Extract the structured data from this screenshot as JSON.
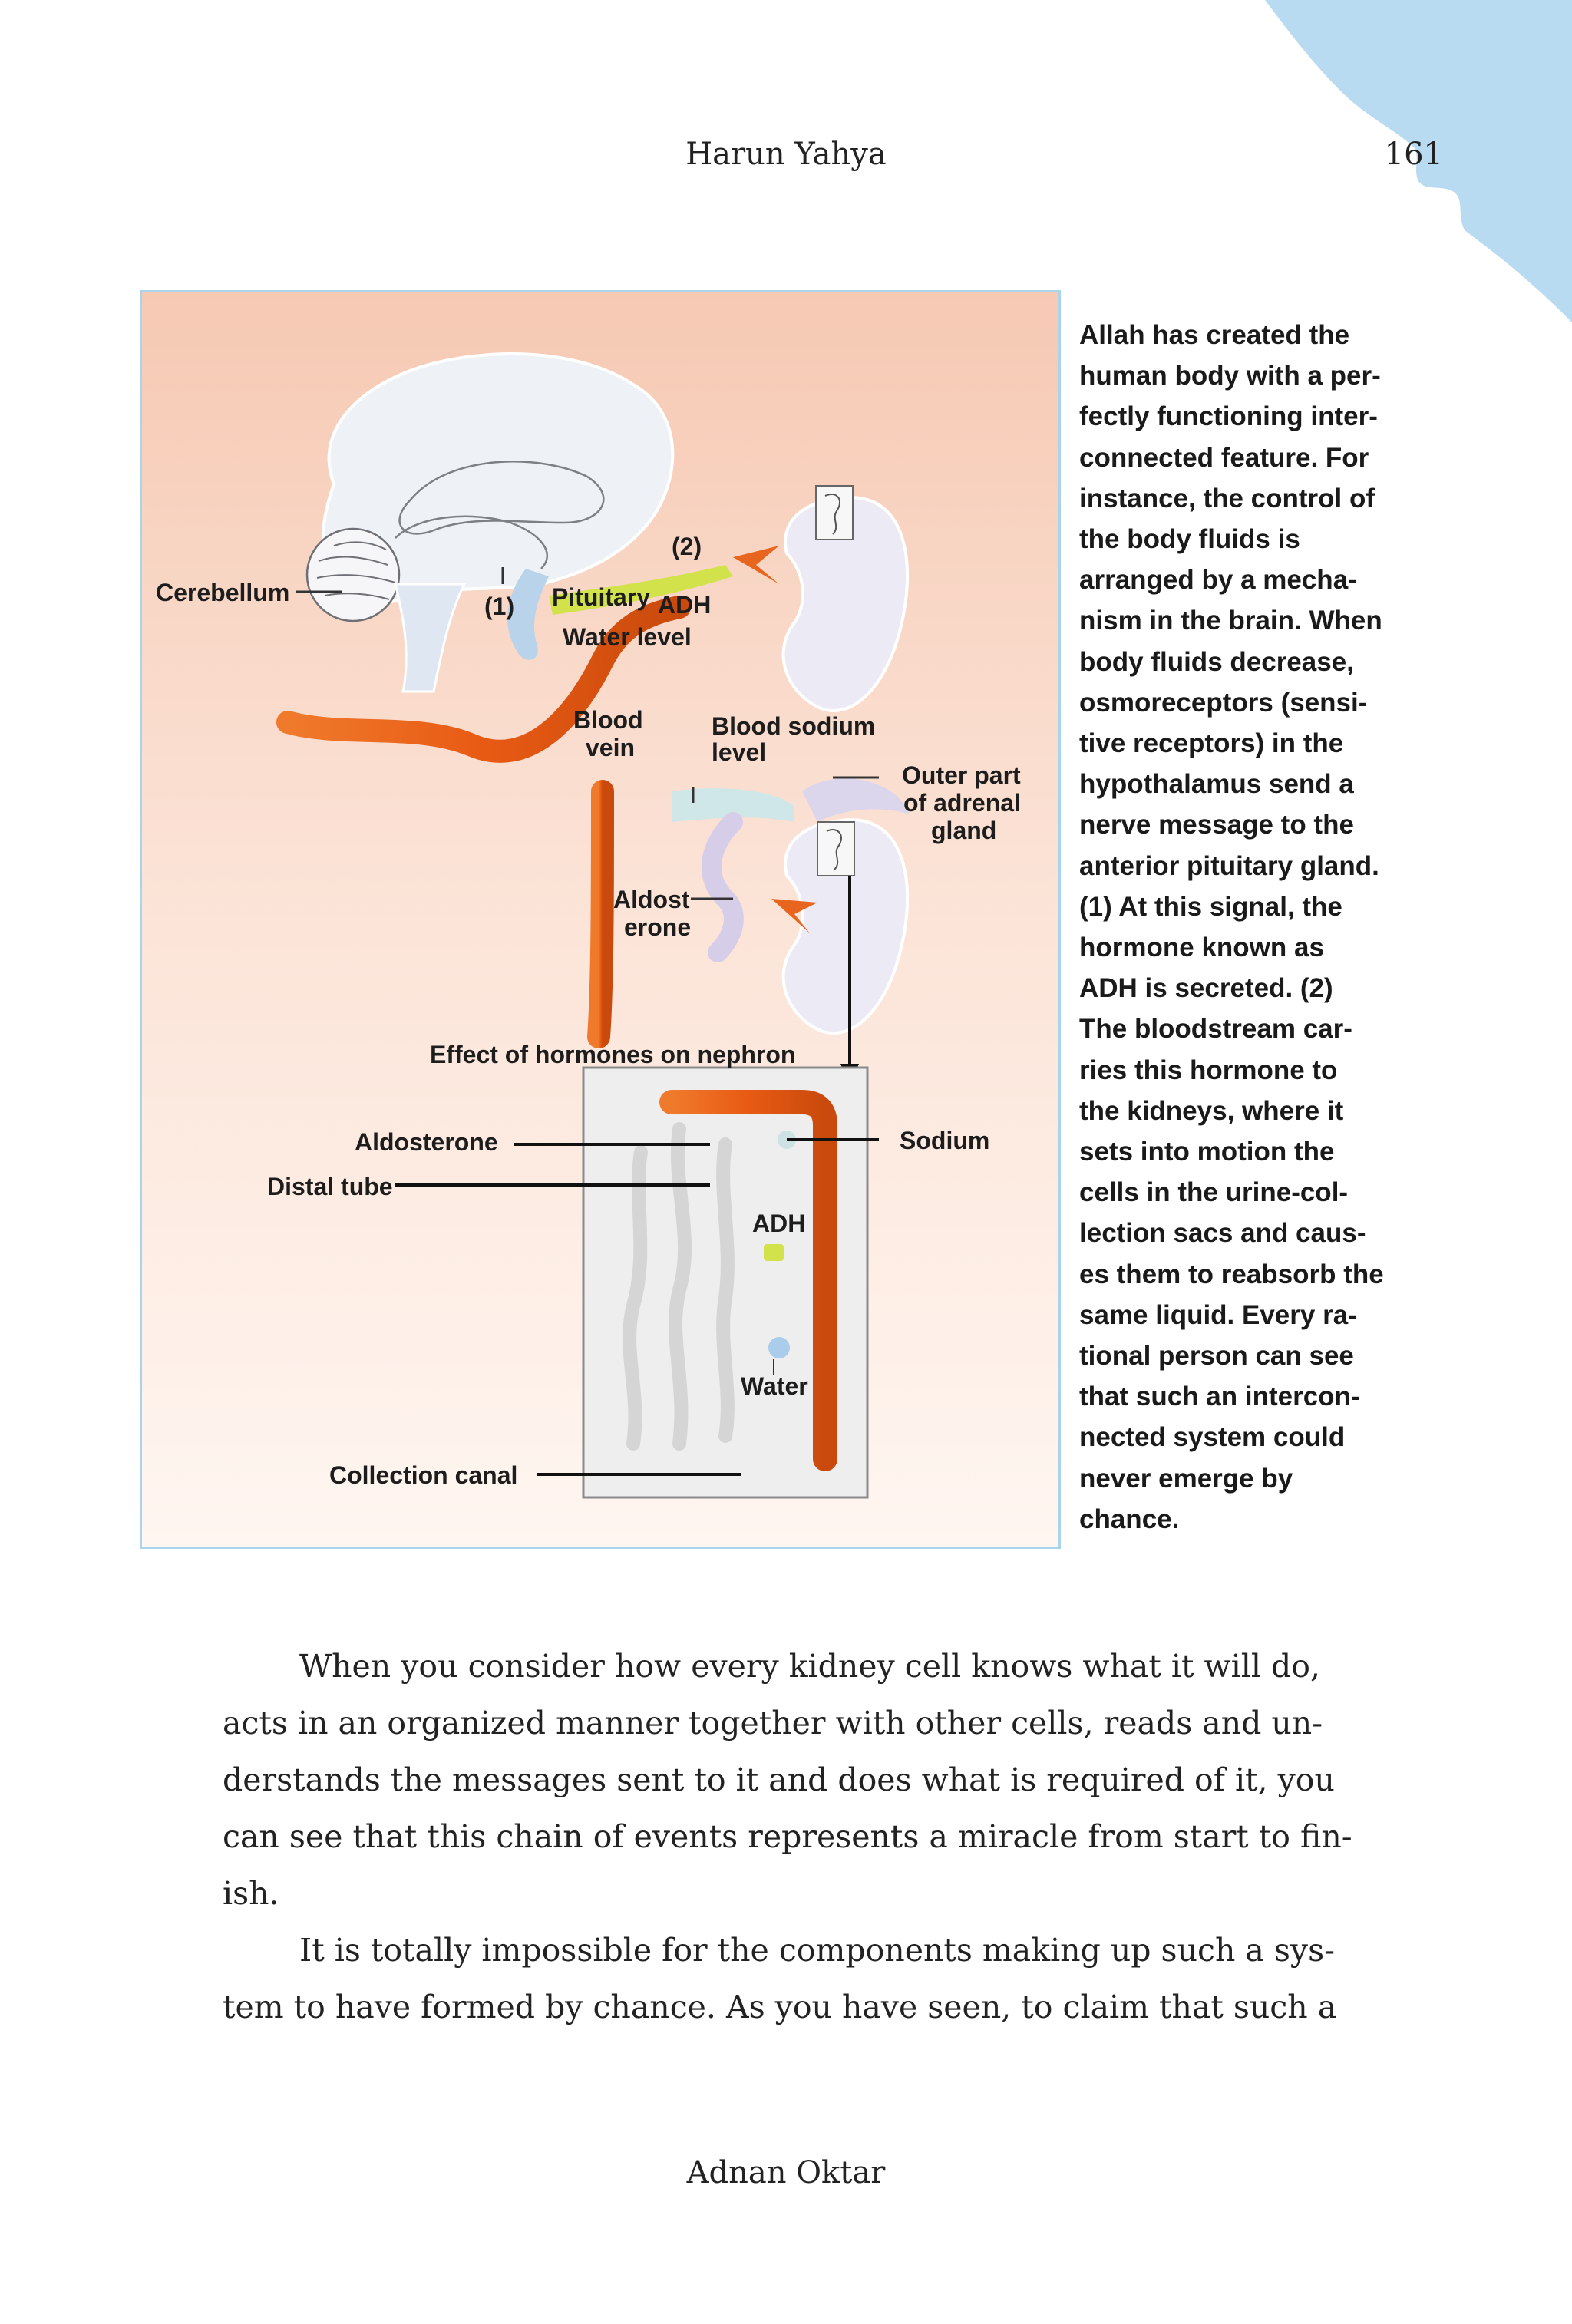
{
  "header": {
    "title": "Harun Yahya",
    "page_number": "161"
  },
  "figure": {
    "labels": {
      "cerebellum": "Cerebellum",
      "step1": "(1)",
      "step2": "(2)",
      "pituitary": "Pituitary",
      "adh_top": "ADH",
      "water_level": "Water level",
      "blood_vein_1": "Blood",
      "blood_vein_2": "vein",
      "blood_sodium_1": "Blood  sodium",
      "blood_sodium_2": "level",
      "outer_part_1": "Outer part",
      "outer_part_2": "of adrenal",
      "outer_part_3": "gland",
      "aldost_1": "Aldost",
      "aldost_2": "erone",
      "effect": "Effect of hormones on nephron",
      "aldosterone": "Aldosterone",
      "distal_tube": "Distal tube",
      "sodium": "Sodium",
      "adh_nephron": "ADH",
      "water": "Water",
      "collection_canal": "Collection canal"
    }
  },
  "caption_lines": [
    "Allah has created the",
    "human body with a per-",
    "fectly functioning inter-",
    "connected feature. For",
    "instance, the control of",
    "the body fluids is",
    "arranged by a mecha-",
    "nism in the brain. When",
    "body fluids decrease,",
    "osmoreceptors (sensi-",
    "tive receptors) in the",
    "hypothalamus send a",
    "nerve message to the",
    "anterior pituitary gland.",
    "(1) At this signal, the",
    "hormone known as",
    "ADH is secreted. (2)",
    "The bloodstream car-",
    "ries this hormone to",
    "the kidneys, where it",
    "sets into motion the",
    "cells in the urine-col-",
    "lection sacs and caus-",
    "es them to reabsorb the",
    "same liquid. Every ra-",
    "tional person can see",
    "that such an intercon-",
    "nected system could",
    "never emerge by",
    "chance."
  ],
  "body_lines": [
    "When you consider how every kidney cell knows what it will do,",
    "acts in an organized manner together with other cells, reads and un-",
    "derstands the messages sent to it and does what is required of it, you",
    "can see that this chain of events represents a miracle from start to fin-",
    "ish.",
    "It is totally impossible for the components making up such a sys-",
    "tem to have formed by chance. As you have seen, to claim that such a"
  ],
  "footer": {
    "author": "Adnan Oktar"
  },
  "colors": {
    "figure_border": "#a9d4ec",
    "corner_blue": "#b9dbf1",
    "vessel_orange": "#e8651f",
    "adh_green": "#d2e24a"
  }
}
